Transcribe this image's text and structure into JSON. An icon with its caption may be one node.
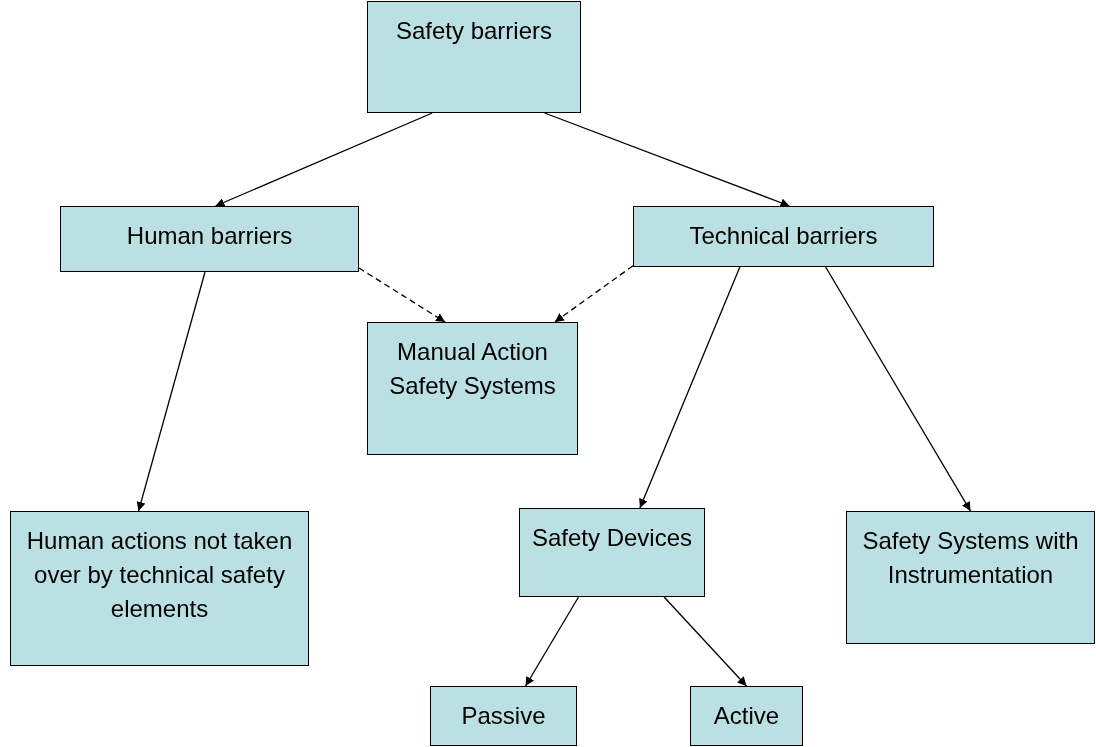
{
  "diagram": {
    "nodes": [
      {
        "text": [
          "Safety barriers"
        ]
      },
      {
        "text": [
          "Human barriers"
        ]
      },
      {
        "text": [
          "Technical barriers"
        ]
      },
      {
        "text": [
          "Manual Action Safety Systems"
        ]
      },
      {
        "text": [
          "Human actions not taken over by technical safety elements"
        ]
      },
      {
        "text": [
          "Safety Devices"
        ]
      },
      {
        "text": [
          "Safety Systems with Instrumentation"
        ]
      },
      {
        "text": [
          "Passive"
        ]
      },
      {
        "text": [
          "Active"
        ]
      }
    ],
    "edges": [
      {
        "from": 0,
        "to": 1,
        "arrow": "to"
      },
      {
        "from": 0,
        "to": 2,
        "arrow": "to"
      },
      {
        "from": 1,
        "to": 3,
        "arrow": "to",
        "style": "dashed"
      },
      {
        "from": 2,
        "to": 3,
        "arrow": "to",
        "style": "dashed"
      },
      {
        "from": 1,
        "to": 4,
        "arrow": "to"
      },
      {
        "from": 2,
        "to": 5,
        "arrow": "to"
      },
      {
        "from": 2,
        "to": 6,
        "arrow": "to"
      },
      {
        "from": 5,
        "to": 7,
        "arrow": "to"
      },
      {
        "from": 5,
        "to": 8,
        "arrow": "to"
      }
    ]
  }
}
